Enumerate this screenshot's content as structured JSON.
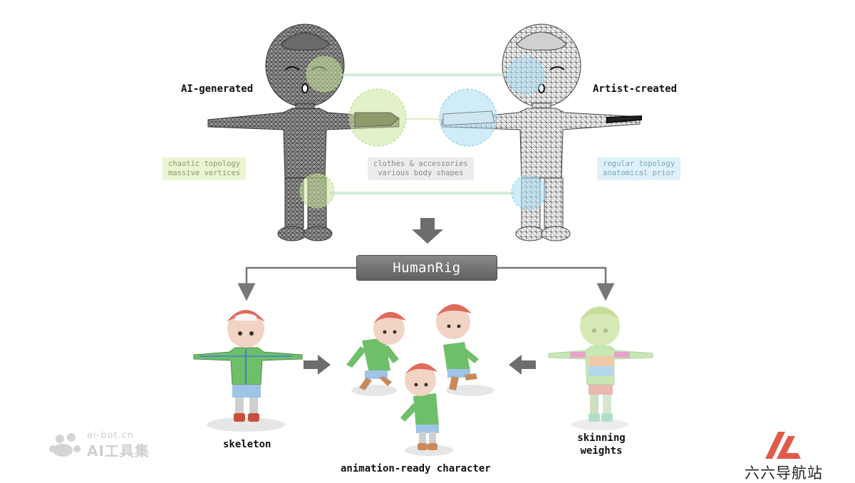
{
  "labels": {
    "ai_generated": "AI-generated",
    "artist_created": "Artist-created",
    "skeleton": "skeleton",
    "skinning_weights_line1": "skinning",
    "skinning_weights_line2": "weights",
    "animation_ready": "animation-ready character"
  },
  "tags": {
    "ai": [
      "chaotic topology",
      "massive vertices"
    ],
    "middle": [
      "clothes & accessories",
      "various body shapes"
    ],
    "artist": [
      "regular topology",
      "anatomical prior"
    ]
  },
  "humanrig": {
    "label": "HumanRig"
  },
  "watermark_left": {
    "url": "ai-bot.cn",
    "name": "AI工具集",
    "icon": "paw-icon"
  },
  "watermark_right": {
    "name": "六六导航站",
    "icon": "lambda-logo-icon"
  },
  "colors": {
    "accent_green": "#c9e59a",
    "accent_blue": "#a9dcf2",
    "arrow_gray": "#777777",
    "button_gray": "#707070",
    "logo_red": "#e05a4a"
  }
}
